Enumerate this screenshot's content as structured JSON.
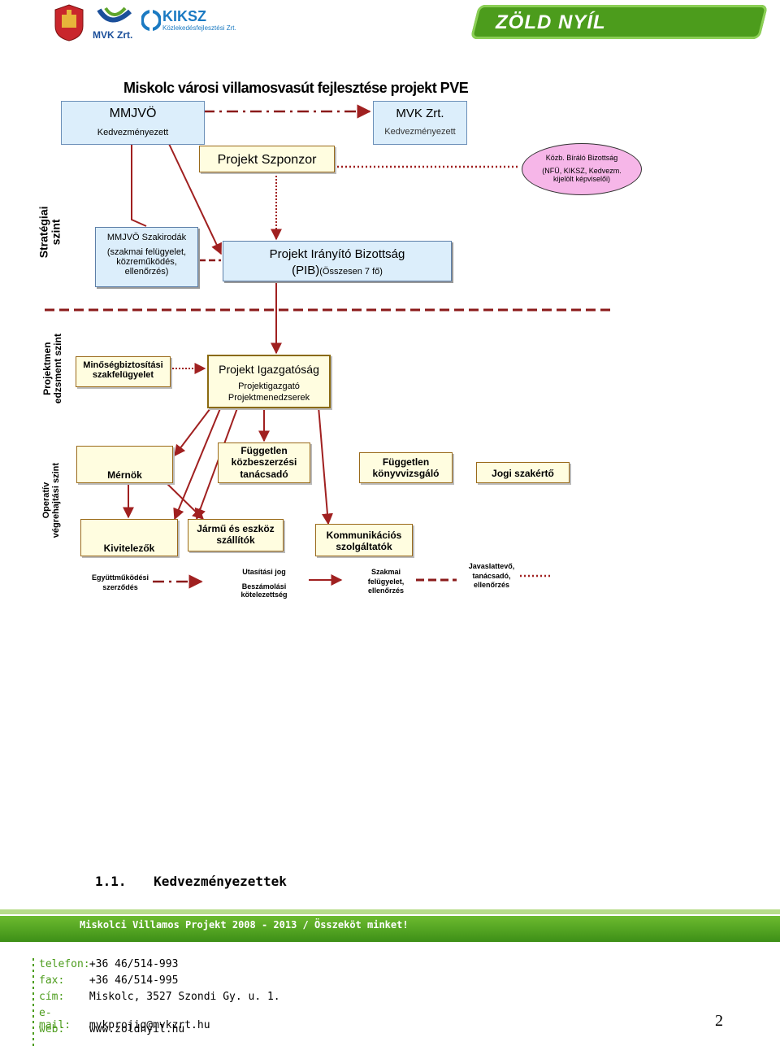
{
  "header": {
    "logo_mvk": "MVK Zrt.",
    "logo_kiksz_title": "KIKSZ",
    "logo_kiksz_sub": "Közlekedésfejlesztési Zrt.",
    "logo_zold_nyil": "ZÖLD NYÍL"
  },
  "chart": {
    "title": "Miskolc városi villamosvasút fejlesztése projekt PVE",
    "mmjvo": {
      "name": "MMJVÖ",
      "role": "Kedvezményezett"
    },
    "mvk": {
      "name": "MVK Zrt.",
      "role": "Kedvezményezett"
    },
    "sponsor": "Projekt Szponzor",
    "kbb": {
      "title": "Közb. Bíráló Bizottság",
      "sub": "(NFÜ, KIKSZ, Kedvezm. kijelölt képviselői)"
    },
    "szakirodak": {
      "title": "MMJVÖ Szakirodák",
      "sub": "(szakmai felügyelet, közreműködés, ellenőrzés)"
    },
    "pib": {
      "title": "Projekt Irányító Bizottság",
      "abbr": "(PIB)",
      "note": "(Összesen 7 fő)"
    },
    "minoseg": "Minőségbiztosítási szakfelügyelet",
    "igazgatosag": {
      "title": "Projekt Igazgatóság",
      "line1": "Projektigazgató",
      "line2": "Projektmenedzserek"
    },
    "mernok": "Mérnök",
    "kozbeszerzes": "Független közbeszerzési tanácsadó",
    "konyvvizsgalo": "Független könyvvizsgáló",
    "jogi": "Jogi szakértő",
    "kivitelezok": "Kivitelezők",
    "jarmu": "Jármű és eszköz szállítók",
    "kommunikacios": "Kommunikációs szolgáltatók"
  },
  "levels": {
    "strategic": "Stratégiai szint",
    "pm": "Projektmen edzsment szint",
    "operative": "Operatív végrehajtási szint"
  },
  "legend": {
    "egyuttmukodes": "Együttműködési szerződés",
    "utasitasi": "Utasítási jog",
    "beszamolasi": "Beszámolási kötelezettség",
    "szakmai": "Szakmai felügyelet, ellenőrzés",
    "javaslattevo": "Javaslattevő, tanácsadó, ellenőrzés"
  },
  "section": {
    "number": "1.1.",
    "title": "Kedvezményezettek"
  },
  "footer": {
    "slogan": "Miskolci Villamos Projekt 2008 - 2013 / Összeköt minket!",
    "phone_label": "telefon:",
    "phone": "+36 46/514-993",
    "fax_label": "fax:",
    "fax": "+36 46/514-995",
    "address_label": "cím:",
    "address": "Miskolc, 3527 Szondi Gy. u. 1.",
    "email_label": "e-mail:",
    "email": "mvkprojig@mvkzrt.hu",
    "web_label": "web:",
    "web": "www.zoldnyil.hu"
  },
  "page_number": "2",
  "colors": {
    "arrow": "#a02020",
    "dotted": "#a02020",
    "dashed": "#8b1a1a",
    "brand_green": "#4c9c1c"
  }
}
